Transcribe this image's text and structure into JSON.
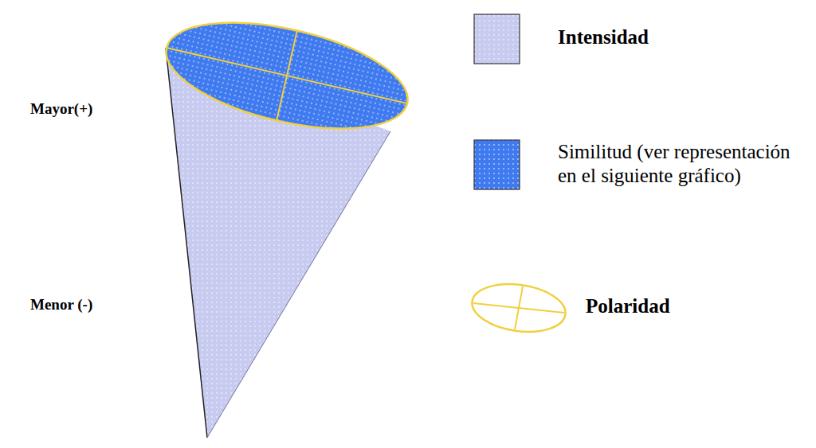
{
  "diagram": {
    "labels": [
      "Mayor(+)",
      "Menor (-)"
    ],
    "legend": [
      {
        "text": "Intensidad",
        "color": "#c8cbf0"
      },
      {
        "text": "Similitud (ver representación en el siguiente gráfico)",
        "color": "#3f7af0"
      },
      {
        "text": "Polaridad"
      }
    ]
  }
}
